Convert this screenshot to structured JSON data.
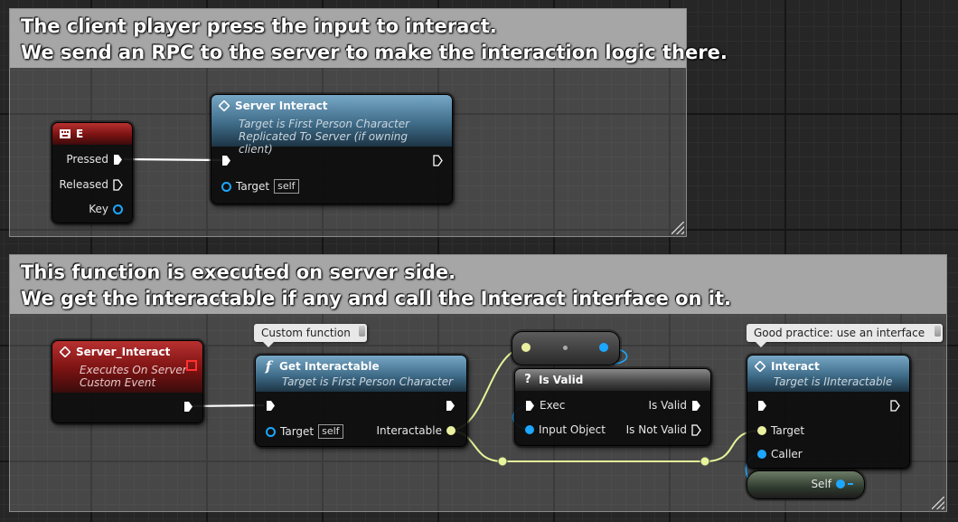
{
  "comments": {
    "top": {
      "line1": "The client player press the input to interact.",
      "line2": "We send an RPC to the server to make the interaction logic there."
    },
    "bottom": {
      "line1": "This function is executed on server side.",
      "line2": "We get the interactable if any and call the Interact interface on it."
    }
  },
  "nodes": {
    "e_key": {
      "title": "E",
      "pins": {
        "pressed": "Pressed",
        "released": "Released",
        "key": "Key"
      }
    },
    "server_interact_call": {
      "title": "Server Interact",
      "sub1": "Target is First Person Character",
      "sub2": "Replicated To Server (if owning client)",
      "pins": {
        "target": "Target",
        "self": "self"
      }
    },
    "server_interact_event": {
      "title": "Server_Interact",
      "sub1": "Executes On Server",
      "sub2": "Custom Event"
    },
    "get_interactable": {
      "title": "Get Interactable",
      "sub1": "Target is First Person Character",
      "pins": {
        "target": "Target",
        "self": "self",
        "interactable": "Interactable"
      }
    },
    "is_valid": {
      "title": "Is Valid",
      "icon": "?",
      "pins": {
        "exec": "Exec",
        "input_object": "Input Object",
        "is_valid": "Is Valid",
        "is_not_valid": "Is Not Valid"
      }
    },
    "interact": {
      "title": "Interact",
      "sub1": "Target is IInteractable",
      "pins": {
        "target": "Target",
        "caller": "Caller"
      }
    },
    "self_node": {
      "label": "Self"
    }
  },
  "bubbles": {
    "custom_function": "Custom function",
    "good_practice": "Good practice: use an interface"
  },
  "colors": {
    "exec_wire": "#ffffff",
    "object_wire": "#e6f59a",
    "reference_pin": "#1da7ff",
    "event_header": "#8b1a1a",
    "function_header": "#3f6c89"
  },
  "icons": [
    "keyboard-icon",
    "event-diamond-icon",
    "function-icon",
    "question-icon",
    "exec-pin-icon",
    "object-pin-icon"
  ]
}
